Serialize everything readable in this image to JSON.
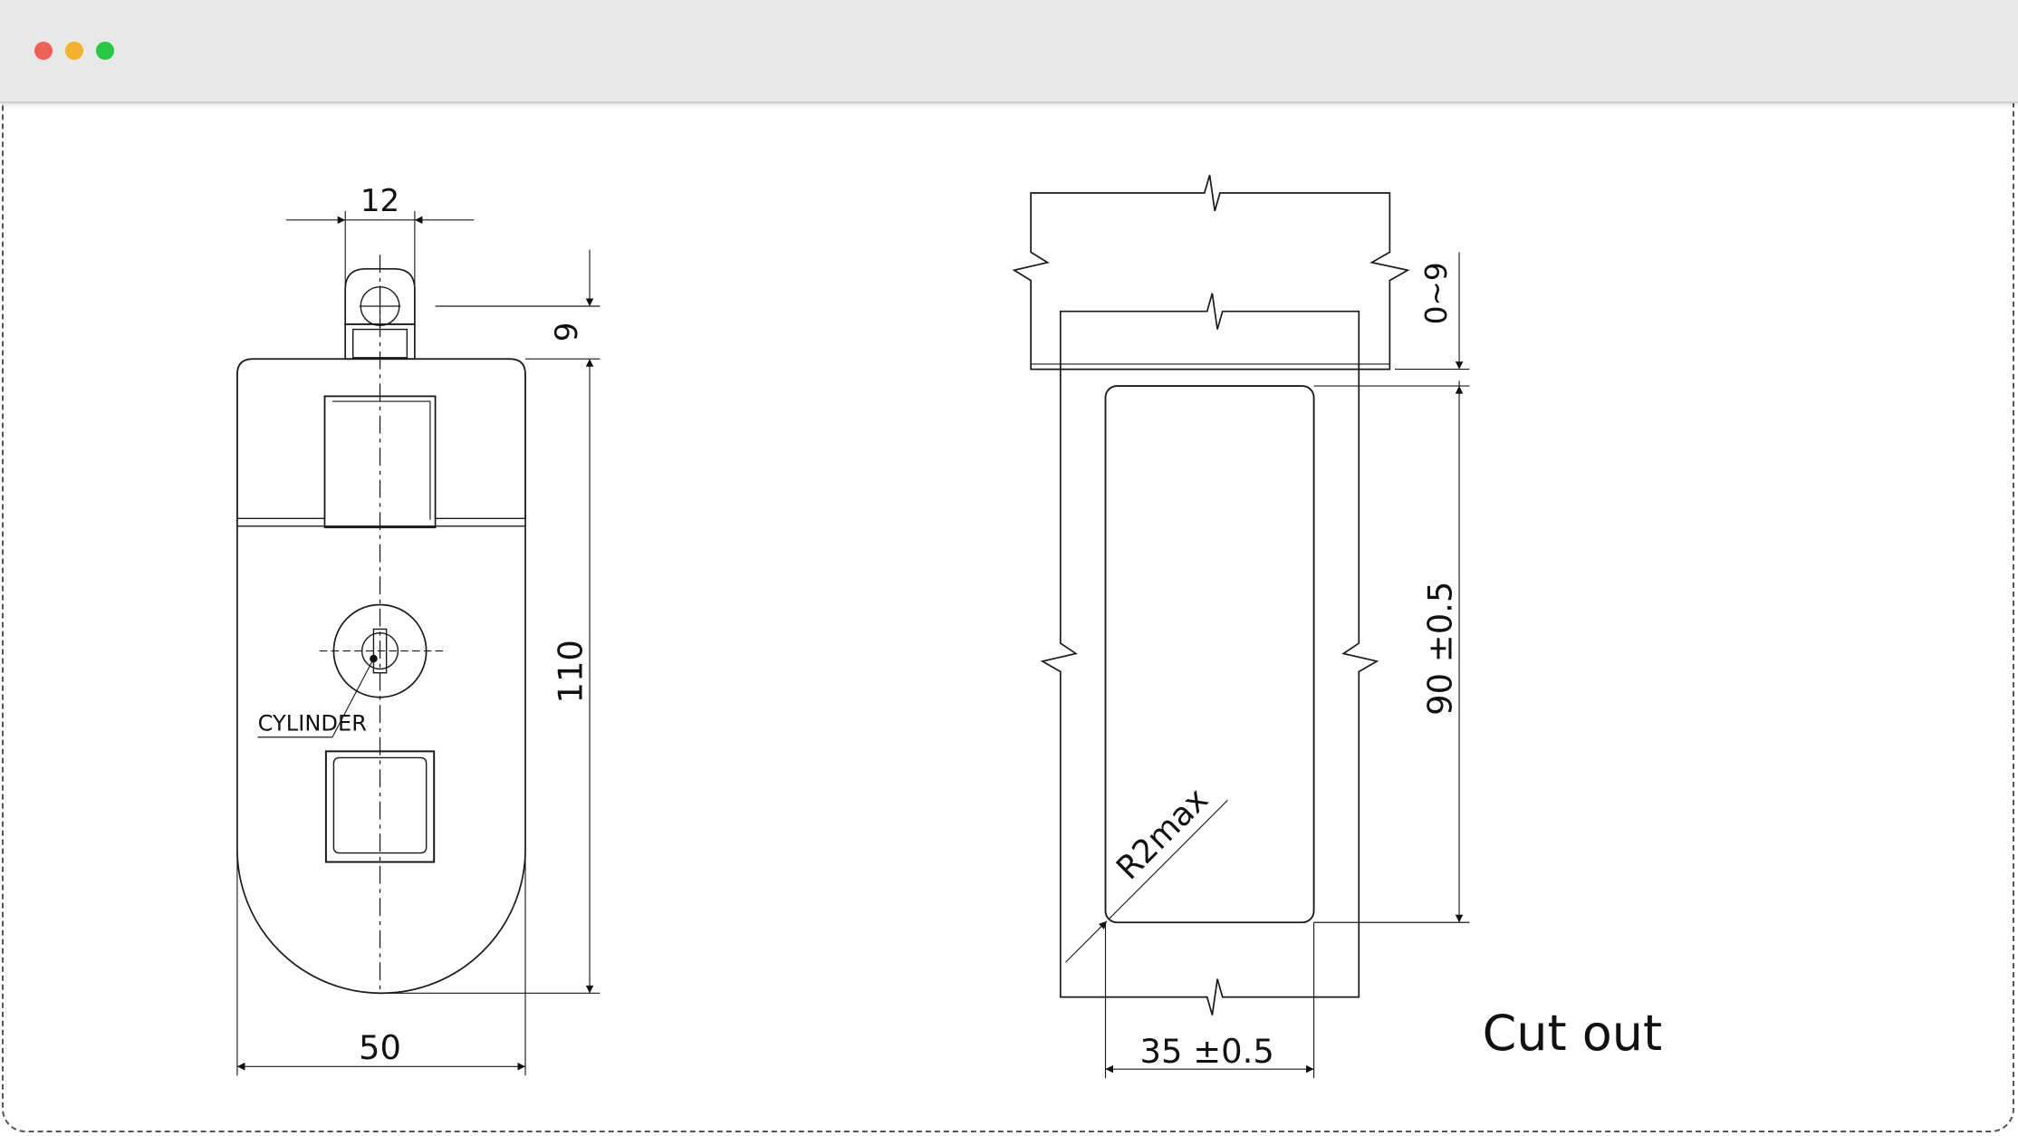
{
  "window": {
    "controls": [
      {
        "name": "close",
        "color": "#ee5f57"
      },
      {
        "name": "minimize",
        "color": "#f5b02e"
      },
      {
        "name": "maximize",
        "color": "#28c840"
      }
    ]
  },
  "lock_view": {
    "dim_top_width": "12",
    "dim_cap_height": "9",
    "dim_body_height": "110",
    "dim_width": "50",
    "cylinder_label": "CYLINDER"
  },
  "cutout_view": {
    "dim_panel_thickness": "0~9",
    "dim_height": "90 ±0.5",
    "dim_width": "35 ±0.5",
    "radius_label": "R2max",
    "title": "Cut out"
  },
  "colors": {
    "part_fill": "#efefef",
    "line": "#1a1a1a"
  }
}
